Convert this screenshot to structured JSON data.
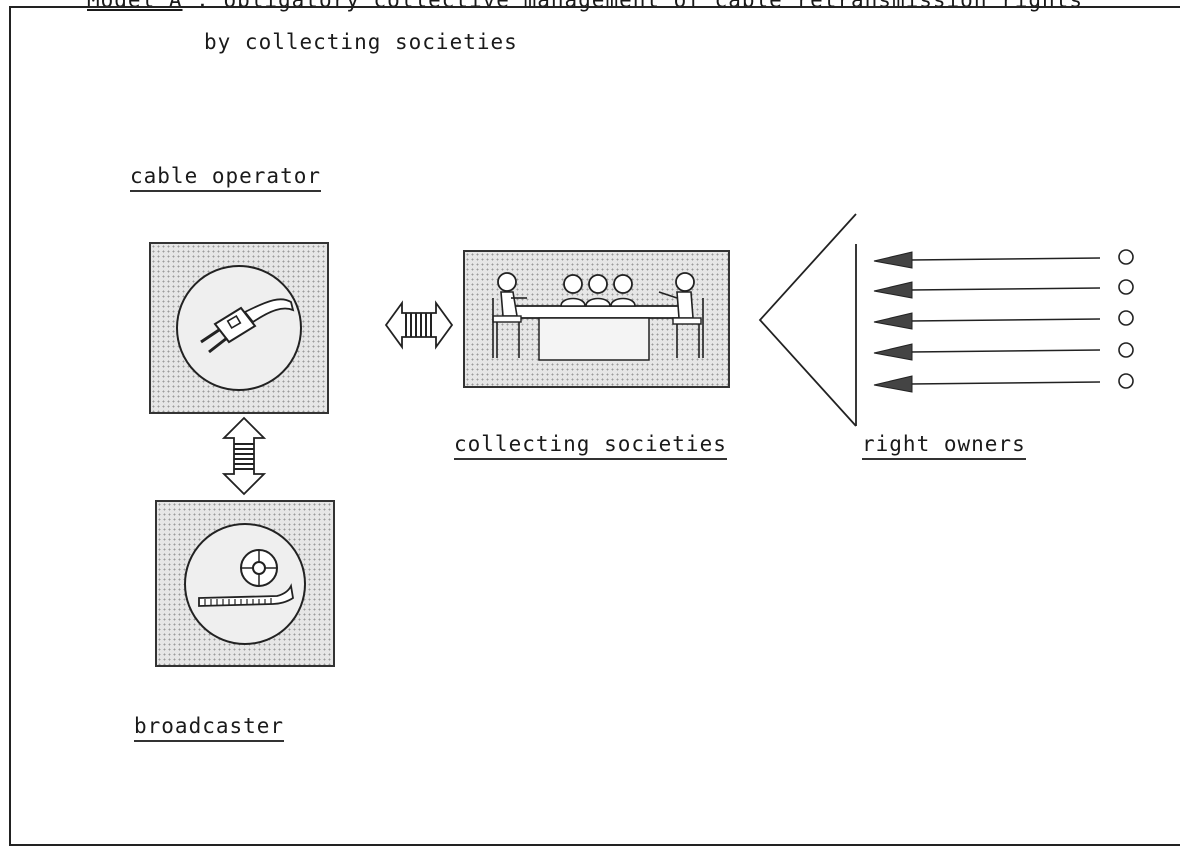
{
  "header": {
    "model_label": "Model A",
    "title_line": " : obligatory collective management of cable retransmission rights"
  },
  "subtitle": "by collecting societies",
  "labels": {
    "cable_operator": "cable operator",
    "collecting_societies": "collecting societies",
    "right_owners": "right owners",
    "broadcaster": "broadcaster"
  },
  "icons": {
    "cable_operator": "cable-plug-icon",
    "broadcaster": "film-reel-icon",
    "collecting_societies": "meeting-table-icon"
  },
  "right_owner_count": 5
}
